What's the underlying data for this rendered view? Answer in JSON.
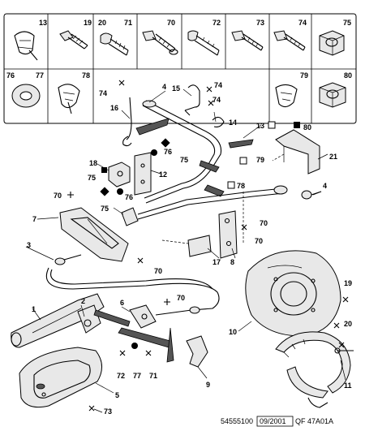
{
  "kit_panel": {
    "cells": [
      {
        "ref": "13",
        "icon": "clip-icon"
      },
      {
        "ref": "19",
        "icon": "bolt-icon"
      },
      {
        "ref": "20",
        "icon": "bolt-icon"
      },
      {
        "ref": "71",
        "icon": "bolt-icon"
      },
      {
        "ref": "70",
        "icon": "bolt-icon"
      },
      {
        "ref": "72",
        "icon": "bolt-icon"
      },
      {
        "ref": "73",
        "icon": "bolt-icon"
      },
      {
        "ref": "74",
        "icon": "bolt-icon"
      },
      {
        "ref": "75",
        "icon": "nut-icon"
      },
      {
        "ref": "76",
        "icon": "washer-icon"
      },
      {
        "ref": "77",
        "icon": "washer-icon"
      },
      {
        "ref": "78",
        "icon": "clip-icon"
      },
      {
        "ref": "79",
        "icon": "clip-icon"
      },
      {
        "ref": "80",
        "icon": "nut-icon"
      }
    ]
  },
  "callouts": [
    "1",
    "2",
    "3",
    "4",
    "4",
    "5",
    "6",
    "7",
    "8",
    "9",
    "10",
    "11",
    "12",
    "13",
    "14",
    "15",
    "16",
    "17",
    "18",
    "19",
    "20",
    "21",
    "70",
    "70",
    "70",
    "70",
    "70",
    "71",
    "72",
    "73",
    "74",
    "74",
    "74",
    "75",
    "75",
    "75",
    "76",
    "76",
    "77",
    "78",
    "79",
    "80"
  ],
  "footer": {
    "part_number": "54555100",
    "date": "09/2001",
    "code": "QF 47A01A"
  }
}
